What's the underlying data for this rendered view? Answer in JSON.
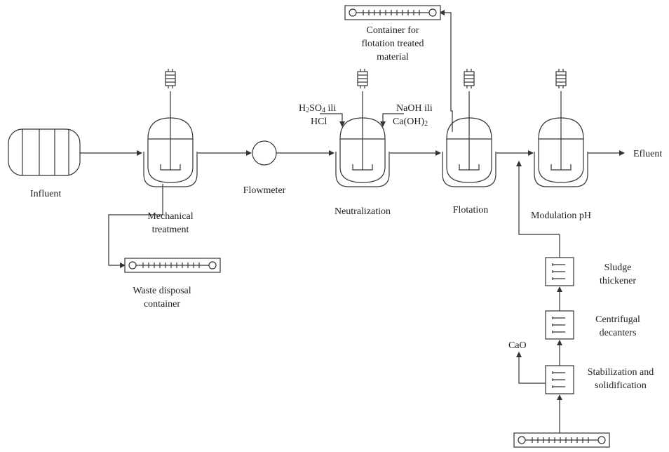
{
  "labels": {
    "influent": "Influent",
    "mechanical_1": "Mechanical",
    "mechanical_2": "treatment",
    "flowmeter": "Flowmeter",
    "neutralization": "Neutralization",
    "flotation": "Flotation",
    "modulation": "Modulation pH",
    "effluent": "Efluent",
    "waste_1": "Waste disposal",
    "waste_2": "container",
    "container_1": "Container for",
    "container_2": "flotation treated",
    "container_3": "material",
    "acid_h": "H",
    "acid_2": "2",
    "acid_so": "SO",
    "acid_4": "4",
    "acid_ili": " ili",
    "acid_line2": "HCl",
    "base_line1": "NaOH ili",
    "base_ca": "Ca(OH)",
    "base_2": "2",
    "sludge_1": "Sludge",
    "sludge_2": "thickener",
    "centrifugal_1": "Centrifugal",
    "centrifugal_2": "decanters",
    "stabilization_1": "Stabilization and",
    "stabilization_2": "solidification",
    "cao": "CaO"
  }
}
